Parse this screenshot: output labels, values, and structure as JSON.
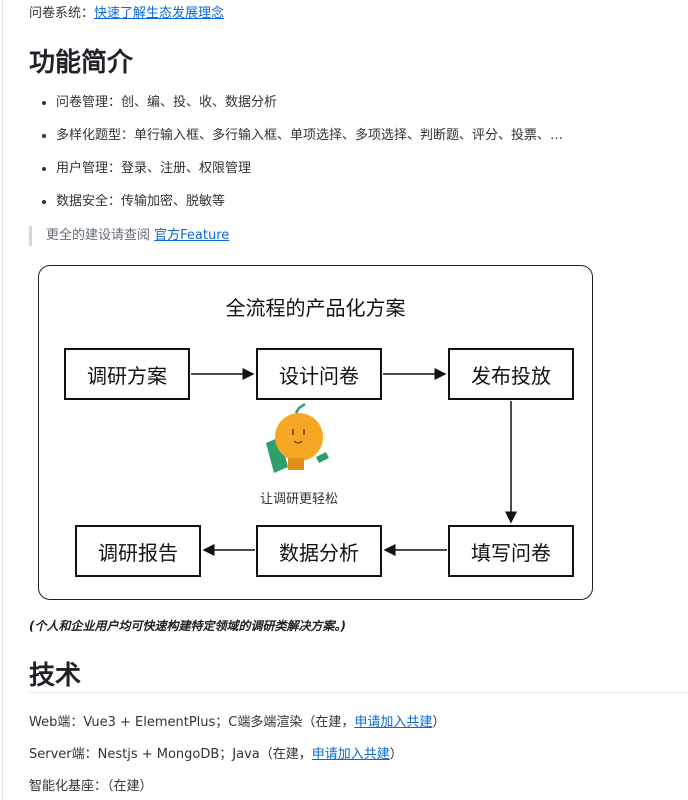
{
  "intro": {
    "label": "问卷系统：",
    "link": "快速了解生态发展理念"
  },
  "features": {
    "title": "功能简介",
    "items": [
      "问卷管理：创、编、投、收、数据分析",
      "多样化题型：单行输入框、多行输入框、单项选择、多项选择、判断题、评分、投票、…",
      "用户管理：登录、注册、权限管理",
      "数据安全：传输加密、脱敏等"
    ],
    "quote": "更全的建设请查阅 ",
    "quote_link": "官方Feature"
  },
  "diagram": {
    "title": "全流程的产品化方案",
    "steps": [
      "调研方案",
      "设计问卷",
      "发布投放",
      "填写问卷",
      "数据分析",
      "调研报告"
    ],
    "slogan": "让调研更轻松",
    "mascot_icon": "orange-mascot-icon"
  },
  "caption": "(个人和企业用户均可快速构建特定领域的调研类解决方案。)",
  "tech": {
    "title": "技术",
    "lines": [
      {
        "text": "Web端：Vue3 + ElementPlus；C端多端渲染（在建，",
        "link": "申请加入共建",
        "end": "）"
      },
      {
        "text": "Server端：Nestjs + MongoDB；Java（在建，",
        "link": "申请加入共建",
        "end": "）"
      },
      {
        "text": "智能化基座：（在建）"
      }
    ]
  },
  "colors": {
    "link": "#0969da",
    "mascot": "#f5a623",
    "leaf": "#2e9e6b"
  }
}
